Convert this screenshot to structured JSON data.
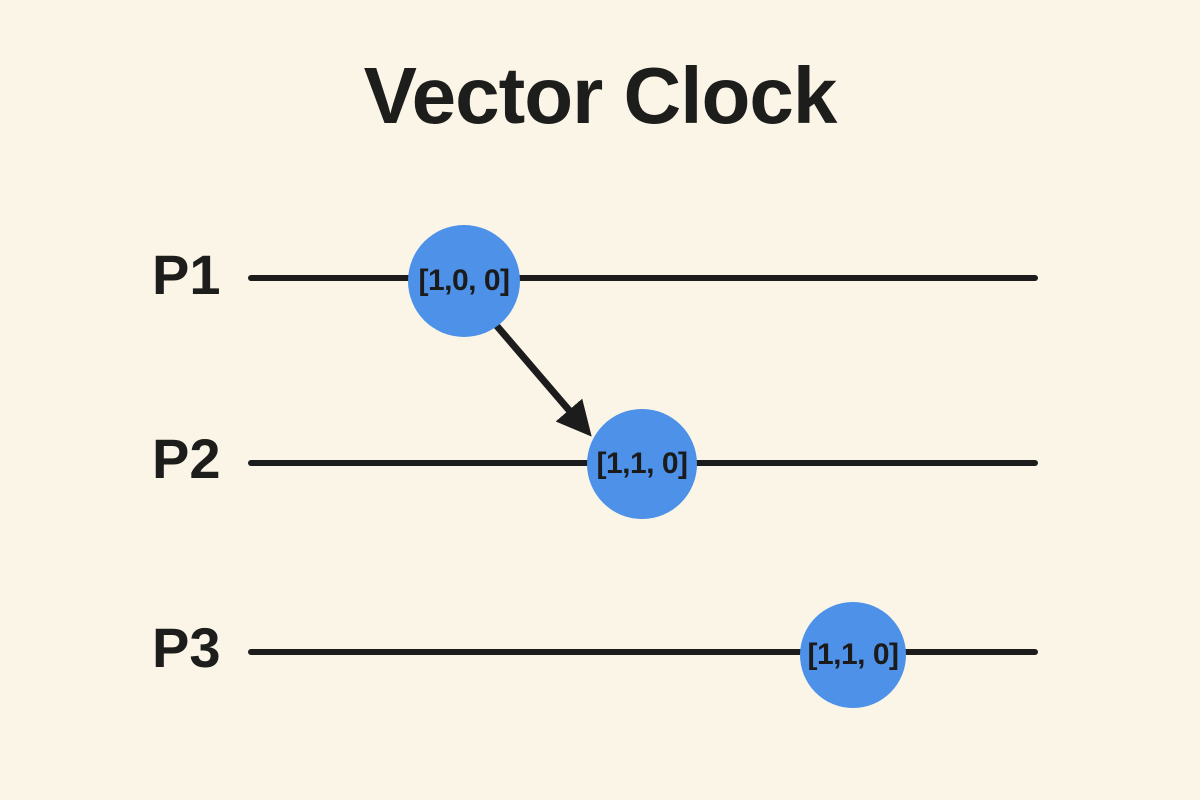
{
  "title": "Vector Clock",
  "colors": {
    "background": "#FAF5E7",
    "ink": "#1C1C1C",
    "event_fill": "#4D91E9"
  },
  "processes": [
    {
      "label": "P1",
      "event": "[1,0, 0]"
    },
    {
      "label": "P2",
      "event": "[1,1, 0]"
    },
    {
      "label": "P3",
      "event": "[1,1, 0]"
    }
  ],
  "message_arrow": {
    "from": "P1",
    "to": "P2"
  }
}
